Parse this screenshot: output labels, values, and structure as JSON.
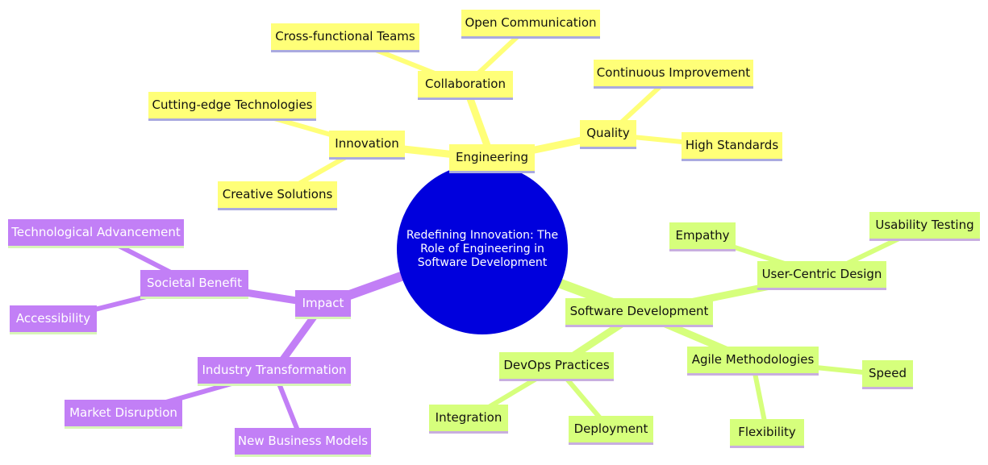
{
  "root": {
    "label": "Redefining Innovation: The Role of Engineering in Software Development"
  },
  "engineering": {
    "label": "Engineering",
    "collaboration": {
      "label": "Collaboration",
      "cross_functional_teams": "Cross-functional Teams",
      "open_communication": "Open Communication"
    },
    "innovation": {
      "label": "Innovation",
      "cutting_edge_technologies": "Cutting-edge Technologies",
      "creative_solutions": "Creative Solutions"
    },
    "quality": {
      "label": "Quality",
      "continuous_improvement": "Continuous Improvement",
      "high_standards": "High Standards"
    }
  },
  "software_development": {
    "label": "Software Development",
    "user_centric_design": {
      "label": "User-Centric Design",
      "empathy": "Empathy",
      "usability_testing": "Usability Testing"
    },
    "agile_methodologies": {
      "label": "Agile Methodologies",
      "speed": "Speed",
      "flexibility": "Flexibility"
    },
    "devops_practices": {
      "label": "DevOps Practices",
      "integration": "Integration",
      "deployment": "Deployment"
    }
  },
  "impact": {
    "label": "Impact",
    "societal_benefit": {
      "label": "Societal Benefit",
      "technological_advancement": "Technological Advancement",
      "accessibility": "Accessibility"
    },
    "industry_transformation": {
      "label": "Industry Transformation",
      "market_disruption": "Market Disruption",
      "new_business_models": "New Business Models"
    }
  },
  "colors": {
    "root_fill": "#0000dd",
    "engineering_branch": "#ffff78",
    "software_development_branch": "#d6ff7c",
    "impact_branch": "#c27ff6"
  }
}
